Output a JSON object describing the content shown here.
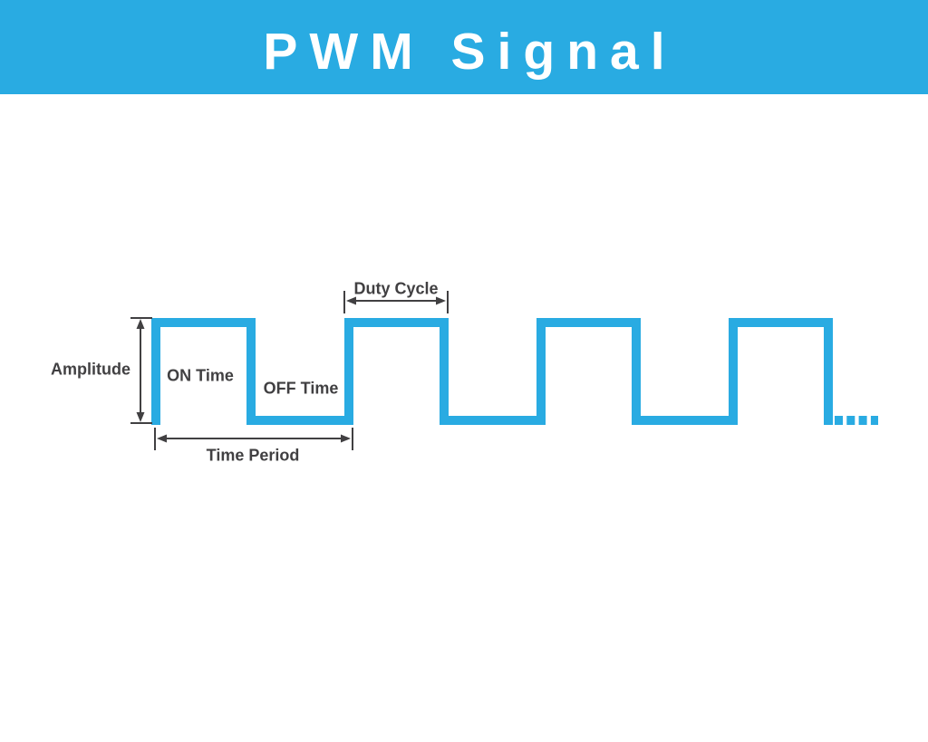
{
  "page": {
    "background_color": "#FFFFFF"
  },
  "header": {
    "title": "PWM Signal",
    "background_color": "#29ABE2",
    "text_color": "#FFFFFF"
  },
  "diagram": {
    "signal_color": "#29ABE2",
    "annotation_color": "#414042",
    "pulse_count": 4,
    "trailing_dash_count": 4,
    "labels": {
      "amplitude": "Amplitude",
      "on_time": "ON Time",
      "off_time": "OFF Time",
      "duty_cycle": "Duty Cycle",
      "time_period": "Time Period"
    }
  }
}
